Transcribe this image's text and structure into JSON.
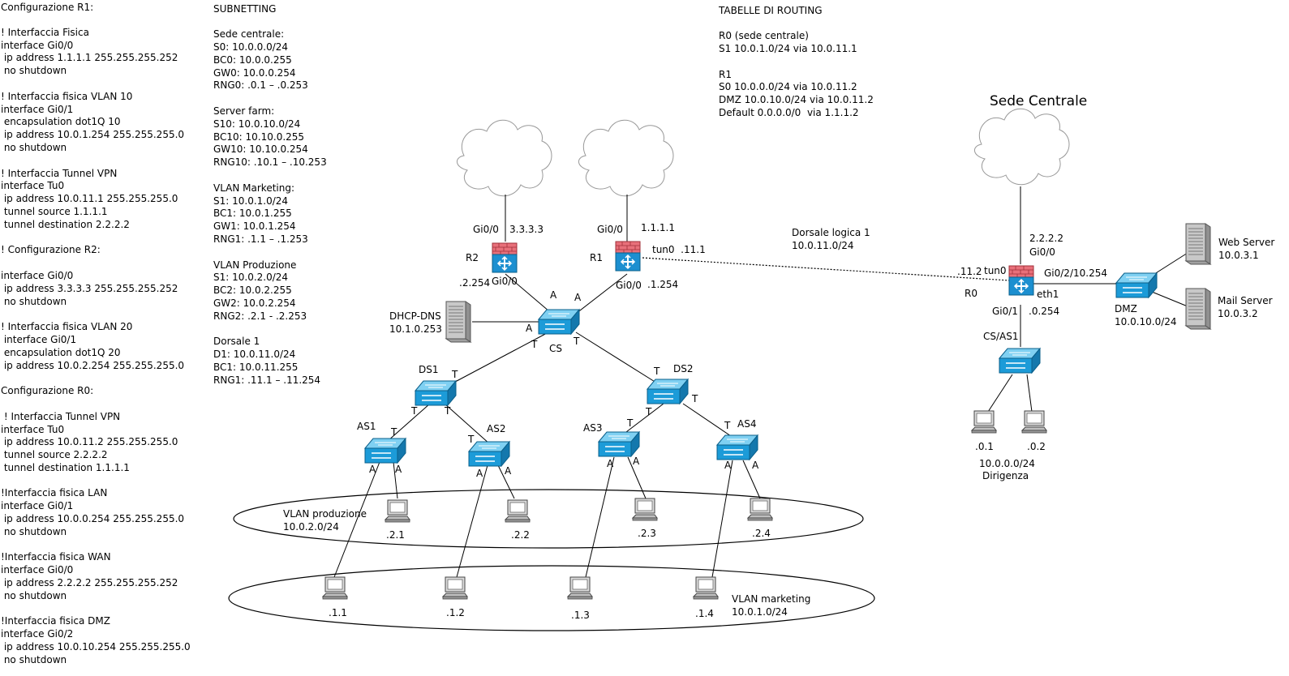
{
  "config_text": {
    "r1_title": "Configurazione R1:",
    "r1_lines": [
      "",
      "! Interfaccia Fisica",
      "interface Gi0/0",
      " ip address 1.1.1.1 255.255.255.252",
      " no shutdown",
      "",
      "! Interfaccia fisica VLAN 10",
      "interface Gi0/1",
      " encapsulation dot1Q 10",
      " ip address 10.0.1.254 255.255.255.0",
      " no shutdown",
      "",
      "! Interfaccia Tunnel VPN",
      "interface Tu0",
      " ip address 10.0.11.1 255.255.255.0",
      " tunnel source 1.1.1.1",
      " tunnel destination 2.2.2.2",
      "",
      "! Configurazione R2:",
      "",
      "interface Gi0/0",
      " ip address 3.3.3.3 255.255.255.252",
      " no shutdown",
      "",
      "! Interfaccia fisica VLAN 20",
      " interface Gi0/1",
      " encapsulation dot1Q 20",
      " ip address 10.0.2.254 255.255.255.0",
      "",
      "Configurazione R0:",
      "",
      " ! Interfaccia Tunnel VPN",
      "interface Tu0",
      " ip address 10.0.11.2 255.255.255.0",
      " tunnel source 2.2.2.2",
      " tunnel destination 1.1.1.1",
      "",
      "!Interfaccia fisica LAN",
      "interface Gi0/1",
      " ip address 10.0.0.254 255.255.255.0",
      " no shutdown",
      "",
      "!Interfaccia fisica WAN",
      "interface Gi0/0",
      " ip address 2.2.2.2 255.255.255.252",
      " no shutdown",
      "",
      "!Interfaccia fisica DMZ",
      "interface Gi0/2",
      " ip address 10.0.10.254 255.255.255.0",
      " no shutdown"
    ]
  },
  "subnetting": {
    "title": "SUBNETTING",
    "lines": [
      "",
      "Sede centrale:",
      "S0: 10.0.0.0/24",
      "BC0: 10.0.0.255",
      "GW0: 10.0.0.254",
      "RNG0: .0.1 – .0.253",
      "",
      "Server farm:",
      "S10: 10.0.10.0/24",
      "BC10: 10.10.0.255",
      "GW10: 10.10.0.254",
      "RNG10: .10.1 – .10.253",
      "",
      "VLAN Marketing:",
      "S1: 10.0.1.0/24",
      "BC1: 10.0.1.255",
      "GW1: 10.0.1.254",
      "RNG1: .1.1 – .1.253",
      "",
      "VLAN Produzione",
      "S1: 10.0.2.0/24",
      "BC2: 10.0.2.255",
      "GW2: 10.0.2.254",
      "RNG2: .2.1 - .2.253",
      "",
      "Dorsale 1",
      "D1: 10.0.11.0/24",
      "BC1: 10.0.11.255",
      "RNG1: .11.1 – .11.254"
    ]
  },
  "routing": {
    "title": "TABELLE DI ROUTING",
    "lines": [
      "",
      "R0 (sede centrale)",
      "S1 10.0.1.0/24 via 10.0.11.1",
      "",
      "R1",
      "S0 10.0.0.0/24 via 10.0.11.2",
      "DMZ 10.0.10.0/24 via 10.0.11.2",
      "Default 0.0.0.0/0  via 1.1.1.2"
    ]
  },
  "labels": {
    "sede_centrale": "Sede Centrale",
    "r2_gi00": "Gi0/0",
    "r2_ip": "3.3.3.3",
    "r2_name": "R2",
    "r2_lan": ".2.254",
    "r2_gi00_b": "Gi0/0",
    "r1_gi00": "Gi0/0",
    "r1_ip": "1.1.1.1",
    "r1_name": "R1",
    "r1_tun": "tun0  .11.1",
    "r1_gi00_b": "Gi0/0",
    "r1_lan": ".1.254",
    "dorsale_title": "Dorsale logica 1",
    "dorsale_net": "10.0.11.0/24",
    "dhcp_name": "DHCP-DNS",
    "dhcp_ip": "10.1.0.253",
    "cs": "CS",
    "ds1": "DS1",
    "ds2": "DS2",
    "as1": "AS1",
    "as2": "AS2",
    "as3": "AS3",
    "as4": "AS4",
    "port_a": "A",
    "port_t": "T",
    "vlan_prod_name": "VLAN produzione",
    "vlan_prod_net": "10.0.2.0/24",
    "vlan_mkt_name": "VLAN marketing",
    "vlan_mkt_net": "10.0.1.0/24",
    "pc_21": ".2.1",
    "pc_22": ".2.2",
    "pc_23": ".2.3",
    "pc_24": ".2.4",
    "pc_11": ".1.1",
    "pc_12": ".1.2",
    "pc_13": ".1.3",
    "pc_14": ".1.4",
    "r0_wan_ip": "2.2.2.2",
    "r0_gi00": "Gi0/0",
    "r0_tun_ip": ".11.2",
    "r0_tun": "tun0",
    "r0_gi02": "Gi0/2",
    "r0_dmz_ip": "10.254",
    "r0_name": "R0",
    "r0_eth1": "eth1",
    "r0_gi01": "Gi0/1",
    "r0_lan_ip": ".0.254",
    "csas1": "CS/AS1",
    "dmz_name": "DMZ",
    "dmz_net": "10.0.10.0/24",
    "web_name": "Web Server",
    "web_ip": "10.0.3.1",
    "mail_name": "Mail Server",
    "mail_ip": "10.0.3.2",
    "pc_01": ".0.1",
    "pc_02": ".0.2",
    "dir_net": "10.0.0.0/24",
    "dir_name": "Dirigenza"
  },
  "colors": {
    "switch": "#2aa7e0",
    "router": "#1e90d0",
    "firewall": "#e06070",
    "server": "#b0b0b0"
  }
}
